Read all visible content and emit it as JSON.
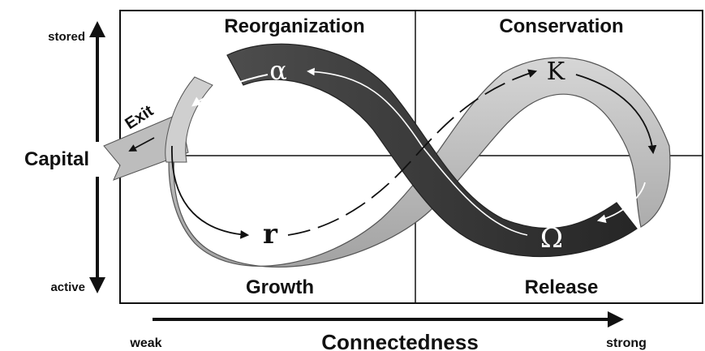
{
  "quadrants": {
    "top_left": "Reorganization",
    "top_right": "Conservation",
    "bottom_left": "Growth",
    "bottom_right": "Release"
  },
  "y_axis": {
    "title": "Capital",
    "top": "stored",
    "bottom": "active"
  },
  "x_axis": {
    "title": "Connectedness",
    "left": "weak",
    "right": "strong"
  },
  "phases": {
    "alpha": "α",
    "k": "K",
    "r": "r",
    "omega": "Ω"
  },
  "exit_label": "Exit",
  "colors": {
    "ribbon_light": "#b9b9b9",
    "ribbon_mid": "#8c8c8c",
    "ribbon_dark": "#3c3c3c",
    "line": "#111111"
  }
}
